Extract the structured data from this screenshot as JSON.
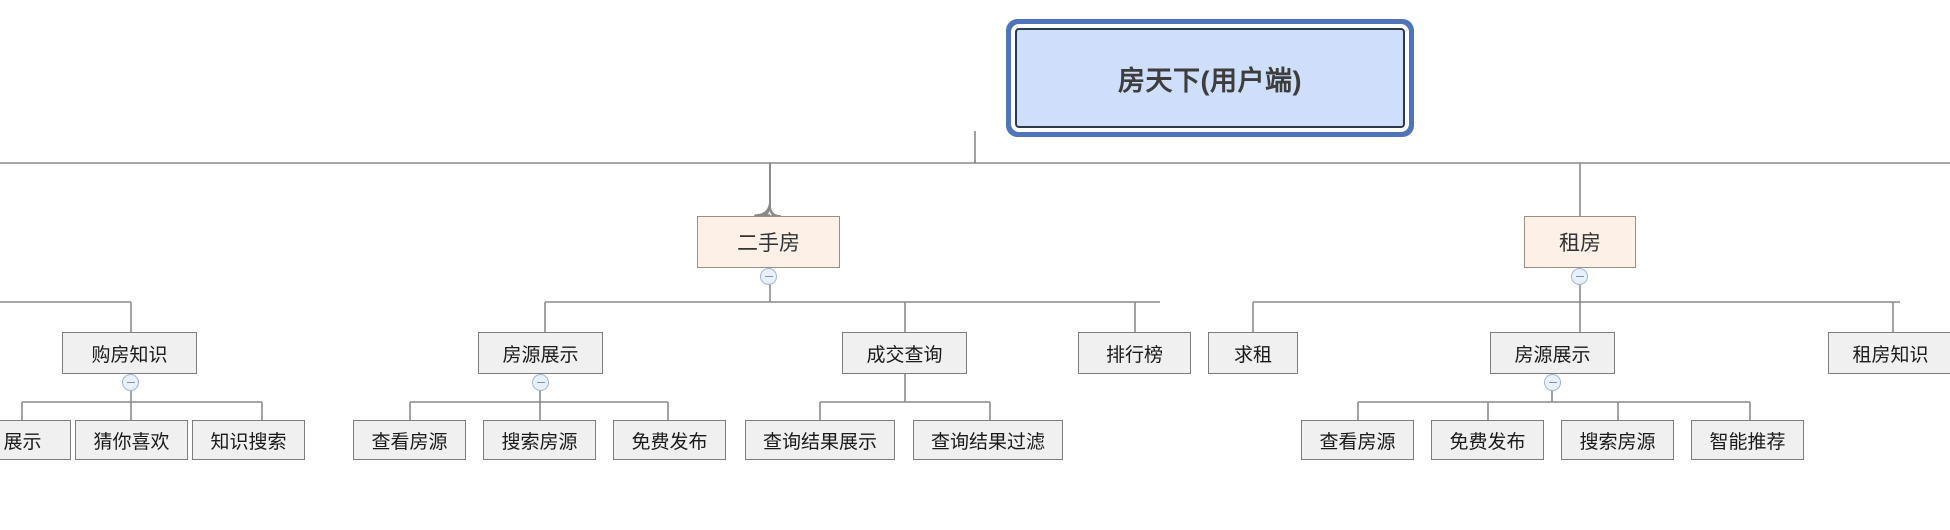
{
  "diagram": {
    "type": "mindmap-tree",
    "title": "房天下(用户端)",
    "colors": {
      "root_fill": "#cfdefa",
      "root_border": "#4f74b8",
      "level2_fill": "#fdf1e7",
      "level2_border": "#9b8e84",
      "node_fill": "#f0f0f0",
      "node_border": "#7d7d7d",
      "link": "#8a8a8a",
      "collapse_icon": "#9fb6d8"
    },
    "root": {
      "label": "房天下(用户端)"
    },
    "branches": [
      {
        "label": "二手房",
        "collapse_icon": "minus-circle-icon",
        "children": [
          {
            "label": "房源展示",
            "collapse_icon": "minus-circle-icon",
            "children": [
              {
                "label": "查看房源"
              },
              {
                "label": "搜索房源"
              },
              {
                "label": "免费发布"
              }
            ]
          },
          {
            "label": "成交查询",
            "children": [
              {
                "label": "查询结果展示"
              },
              {
                "label": "查询结果过滤"
              }
            ]
          },
          {
            "label": "排行榜",
            "children": []
          }
        ]
      },
      {
        "label": "租房",
        "collapse_icon": "minus-circle-icon",
        "children": [
          {
            "label": "求租",
            "children": []
          },
          {
            "label": "房源展示",
            "collapse_icon": "minus-circle-icon",
            "children": [
              {
                "label": "查看房源"
              },
              {
                "label": "免费发布"
              },
              {
                "label": "搜索房源"
              },
              {
                "label": "智能推荐"
              }
            ]
          },
          {
            "label": "租房知识",
            "children": []
          }
        ]
      }
    ],
    "offscreen_left": {
      "label": "购房知识",
      "collapse_icon": "minus-circle-icon",
      "children": [
        {
          "label": "展示"
        },
        {
          "label": "猜你喜欢"
        },
        {
          "label": "知识搜索"
        }
      ]
    }
  }
}
